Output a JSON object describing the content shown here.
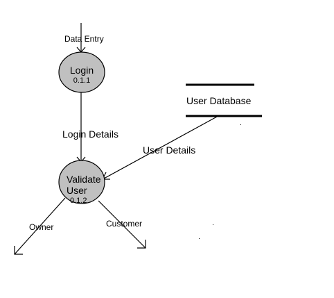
{
  "diagram": {
    "processes": [
      {
        "name": "Login",
        "id": "0.1.1"
      },
      {
        "name_line1": "Validate",
        "name_line2": "User",
        "id": "0.1.2"
      }
    ],
    "data_store": {
      "name": "User Database"
    },
    "flows": {
      "data_entry": "Data Entry",
      "login_details": "Login Details",
      "user_details": "User Details",
      "owner": "Owner",
      "customer": "Customer"
    },
    "colors": {
      "process_fill": "#c0c0c0",
      "stroke": "#000000",
      "background": "#ffffff"
    }
  }
}
